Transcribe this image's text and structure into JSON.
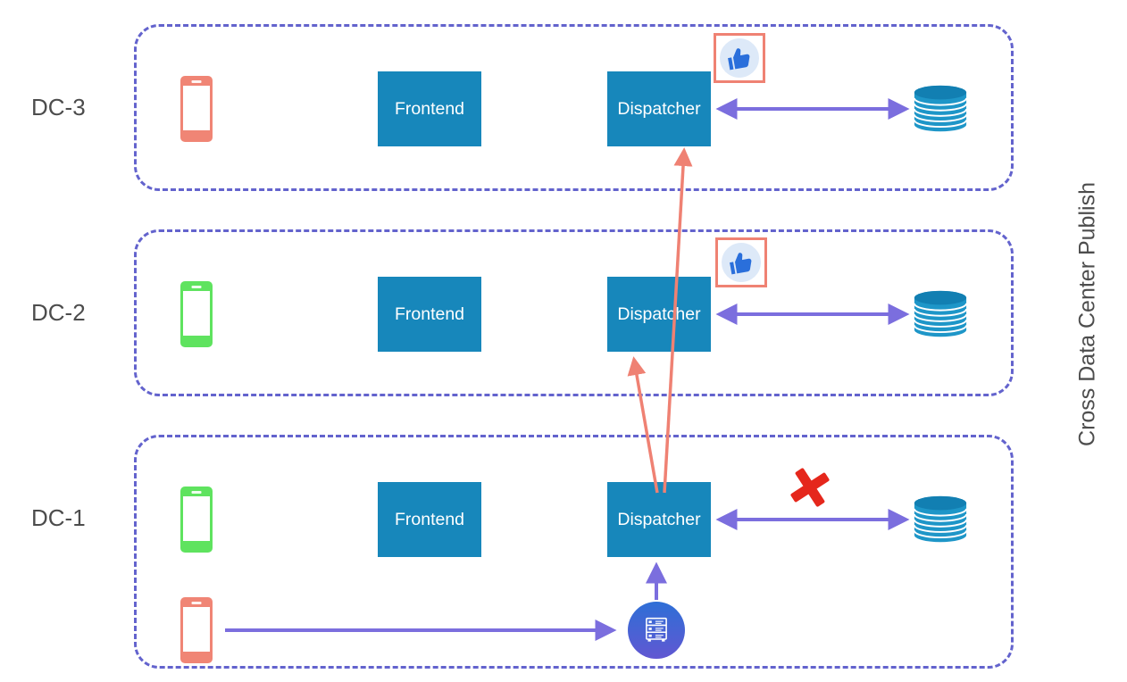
{
  "side_label": "Cross Data Center Publish",
  "colors": {
    "node_blue": "#1787bb",
    "container_dash_purple": "#6363cd",
    "arrow_purple": "#7b6ede",
    "arrow_salmon": "#ef8173",
    "phone_salmon": "#f08575",
    "phone_green": "#5fe35f",
    "cross_red": "#e5271c",
    "thumb_blue": "#2a6fdb",
    "database_teal": "#1e96c8"
  },
  "datacenters": [
    {
      "label": "DC-3",
      "frontend": "Frontend",
      "dispatcher": "Dispatcher"
    },
    {
      "label": "DC-2",
      "frontend": "Frontend",
      "dispatcher": "Dispatcher"
    },
    {
      "label": "DC-1",
      "frontend": "Frontend",
      "dispatcher": "Dispatcher"
    }
  ],
  "icons": {
    "phone": "phone-icon",
    "thumbs_up": "thumbs-up-icon",
    "database": "database-icon",
    "queue_server": "server-queue-icon",
    "cross": "red-cross-icon"
  }
}
